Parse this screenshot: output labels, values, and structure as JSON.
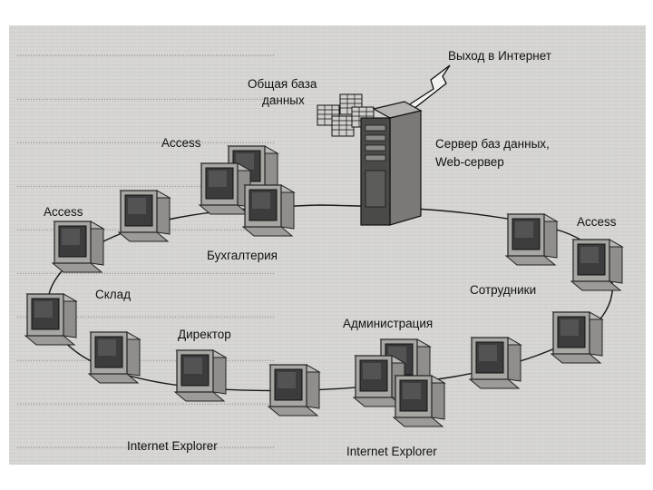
{
  "diagram": {
    "labels": {
      "internet": "Выход в Интернет",
      "db_line1": "Общая база",
      "db_line2": "данных",
      "server_line1": "Сервер баз данных,",
      "server_line2": "Web-сервер",
      "access_top": "Access",
      "access_left": "Access",
      "access_right": "Access",
      "accounting": "Бухгалтерия",
      "warehouse": "Склад",
      "staff": "Сотрудники",
      "director": "Директор",
      "administration": "Администрация",
      "ie_left": "Internet Explorer",
      "ie_right": "Internet Explorer"
    }
  },
  "colors": {
    "scan_background": "#d6d5d2",
    "ink": "#111111"
  }
}
